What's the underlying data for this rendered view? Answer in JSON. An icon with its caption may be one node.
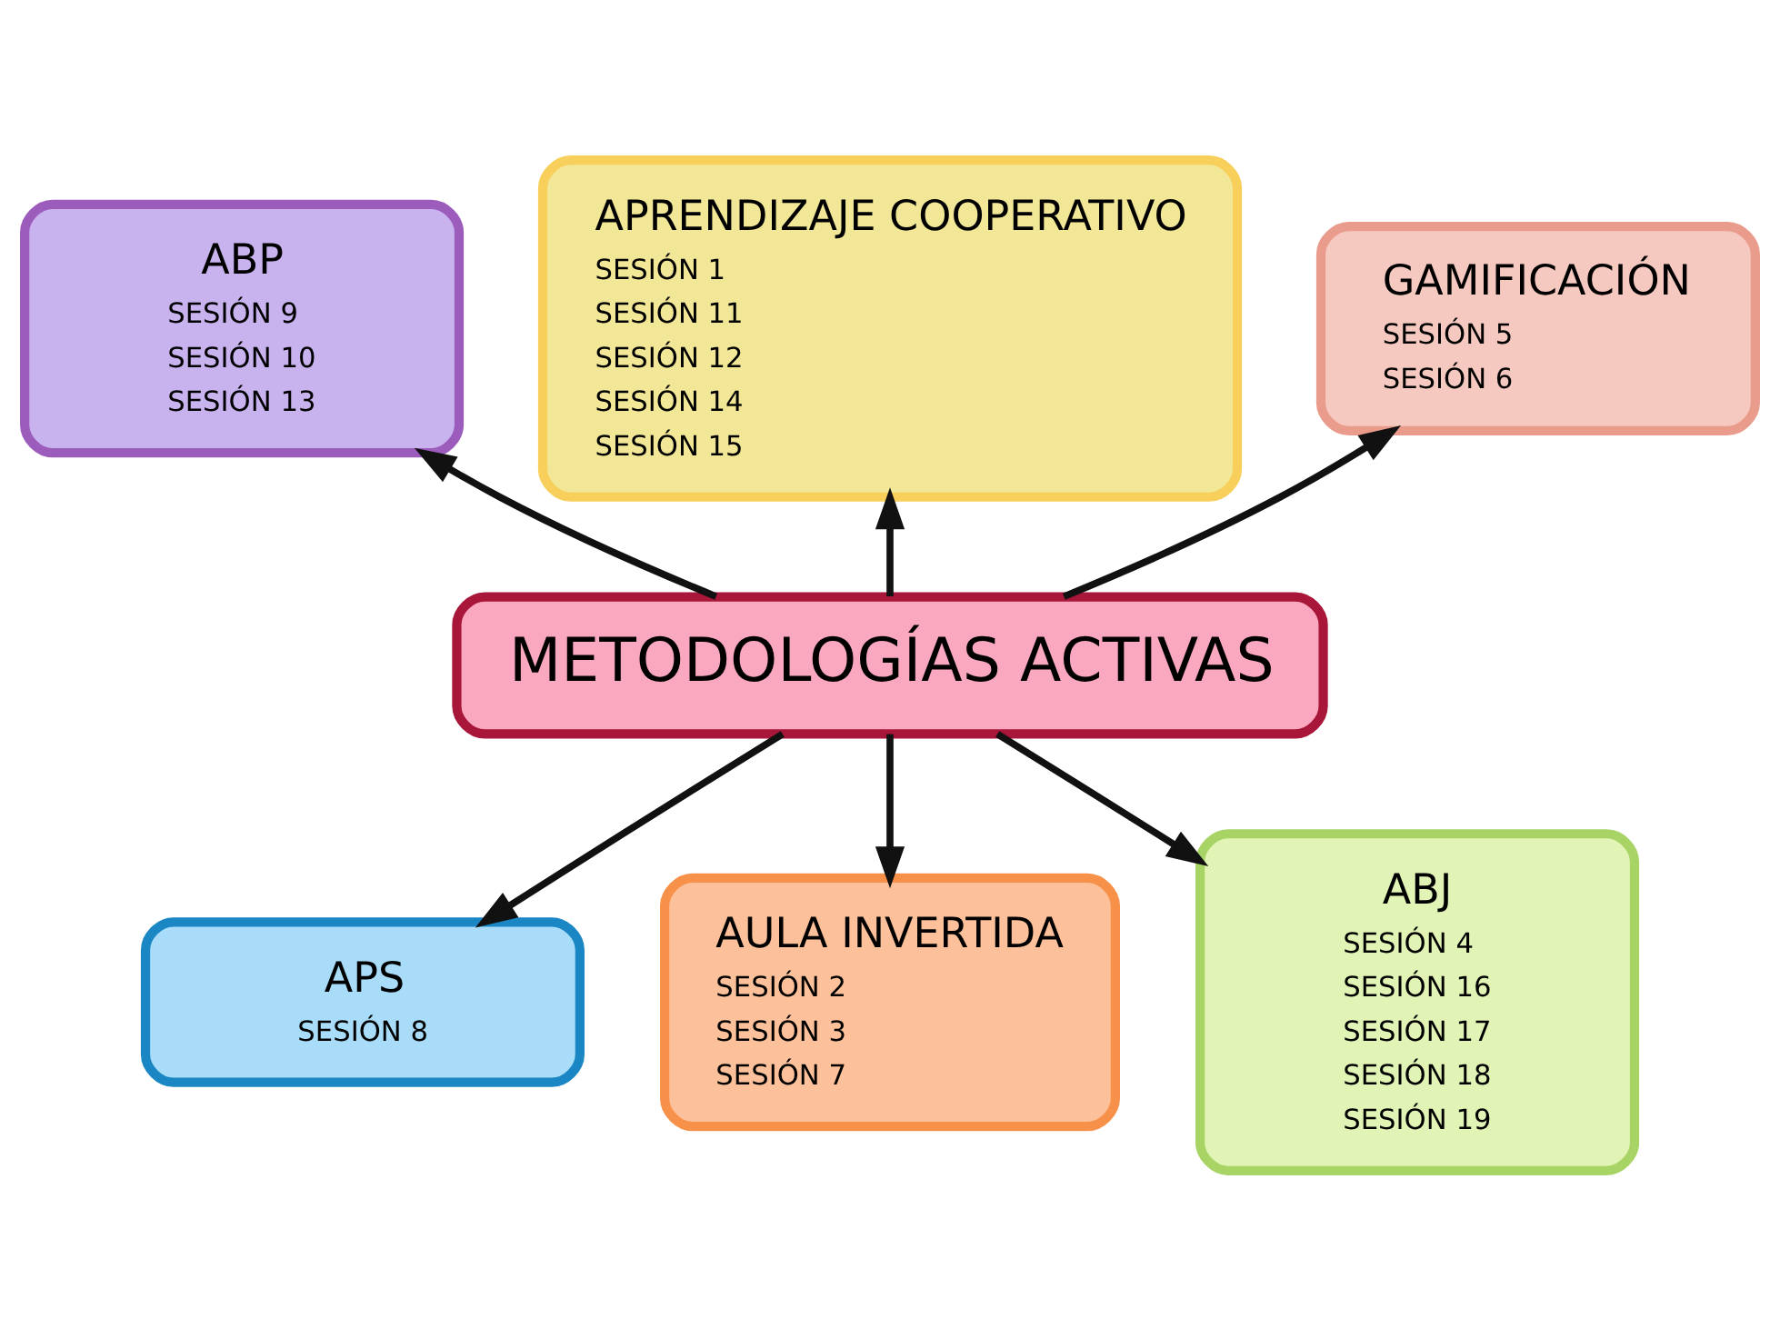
{
  "diagram": {
    "nodes": [
      {
        "text": [
          "ABP",
          "SESIÓN 9",
          "SESIÓN 10",
          "SESIÓN 13"
        ]
      },
      {
        "text": [
          "APRENDIZAJE COOPERATIVO",
          "SESIÓN 1",
          "SESIÓN 11",
          "SESIÓN 12",
          "SESIÓN 14",
          "SESIÓN 15"
        ]
      },
      {
        "text": [
          "GAMIFICACIÓN",
          "SESIÓN 5",
          "SESIÓN 6"
        ]
      },
      {
        "text": [
          "METODOLOGÍAS ACTIVAS"
        ]
      },
      {
        "text": [
          "APS",
          "SESIÓN 8"
        ]
      },
      {
        "text": [
          "AULA INVERTIDA",
          "SESIÓN 2",
          "SESIÓN 3",
          "SESIÓN 7"
        ]
      },
      {
        "text": [
          "ABJ",
          "SESIÓN 4",
          "SESIÓN 16",
          "SESIÓN 17",
          "SESIÓN 18",
          "SESIÓN 19"
        ]
      }
    ],
    "edges": [
      {
        "from": 3,
        "to": 0,
        "arrow": "to"
      },
      {
        "from": 3,
        "to": 1,
        "arrow": "to"
      },
      {
        "from": 3,
        "to": 2,
        "arrow": "to"
      },
      {
        "from": 3,
        "to": 4,
        "arrow": "to"
      },
      {
        "from": 3,
        "to": 5,
        "arrow": "to"
      },
      {
        "from": 3,
        "to": 6,
        "arrow": "to"
      }
    ]
  }
}
